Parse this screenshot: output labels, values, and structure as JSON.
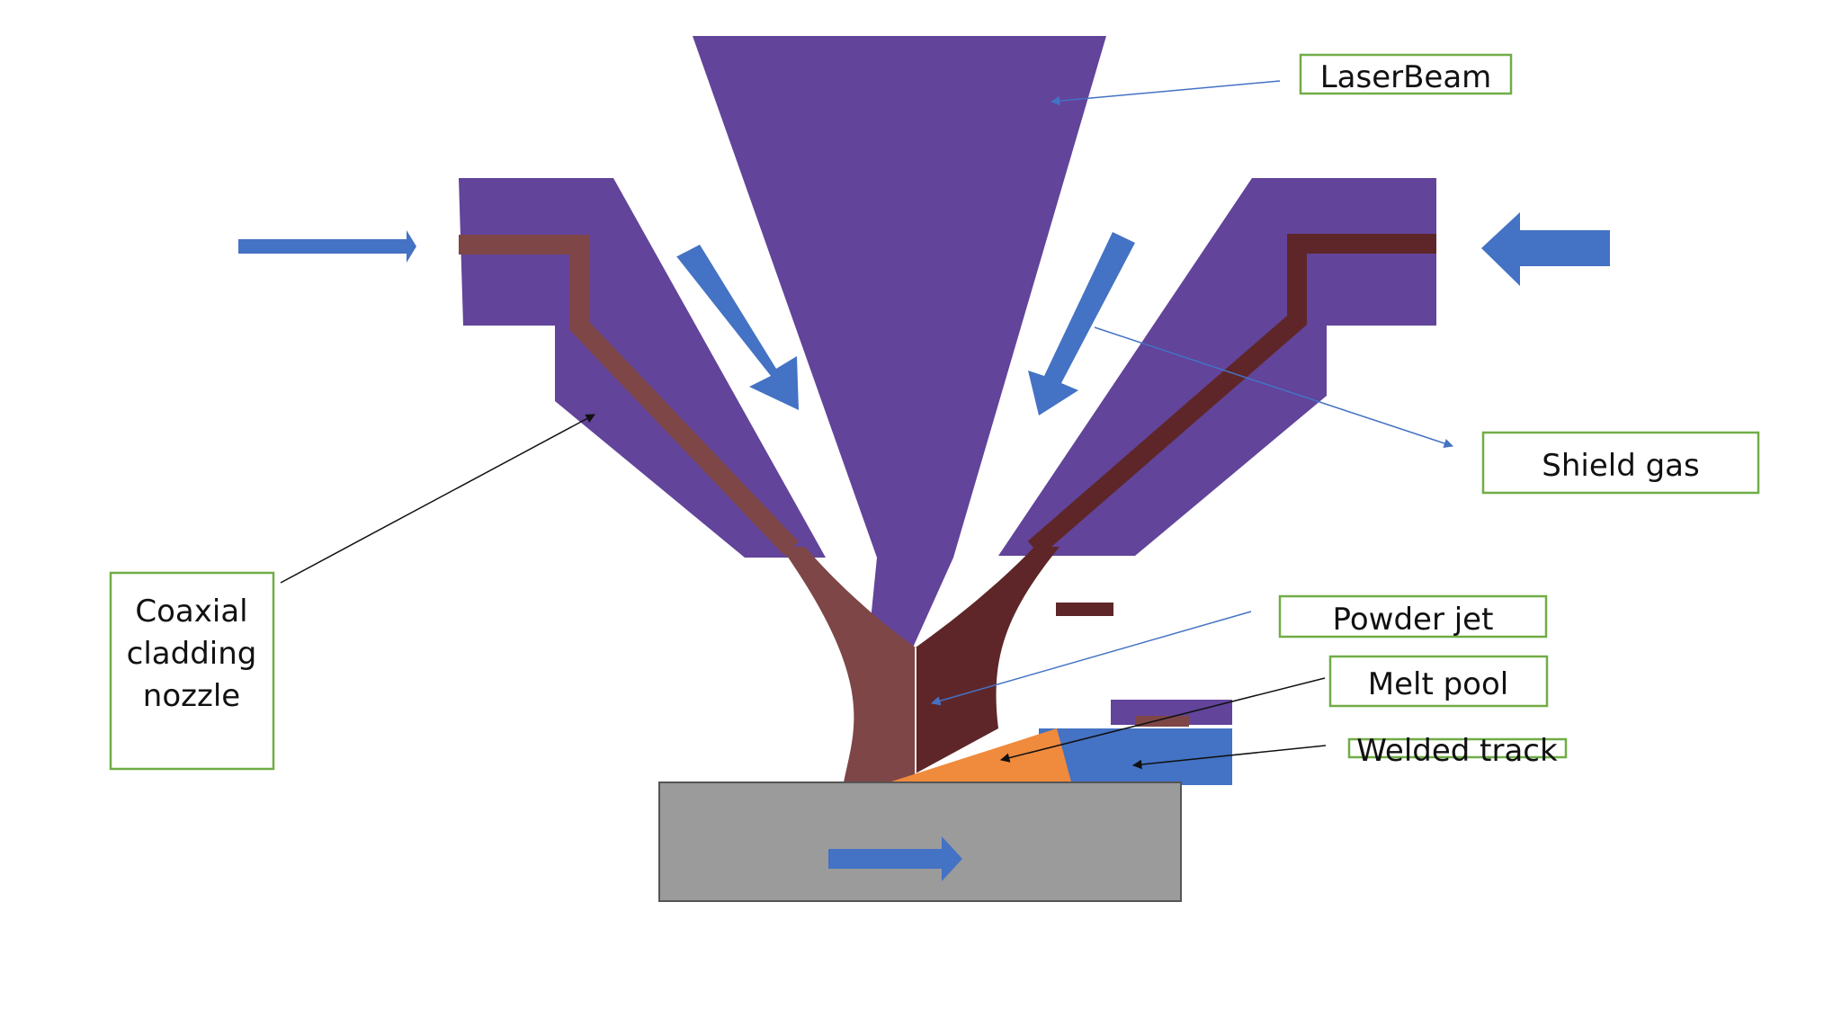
{
  "labels": {
    "laser_beam": "LaserBeam",
    "shield_gas": "Shield gas",
    "coaxial_nozzle_line1": "Coaxial",
    "coaxial_nozzle_line2": "cladding",
    "coaxial_nozzle_line3": "nozzle",
    "powder_jet": "Powder jet",
    "melt_pool": "Melt pool",
    "welded_track": "Welded track"
  },
  "colors": {
    "nozzle": "#62449a",
    "powder_light": "#7e4647",
    "powder_dark": "#5e2628",
    "arrow": "#4472c4",
    "melt_pool": "#f08a3c",
    "welded_track": "#4472c4",
    "substrate": "#9b9b9b",
    "label_border": "#70ad47"
  }
}
